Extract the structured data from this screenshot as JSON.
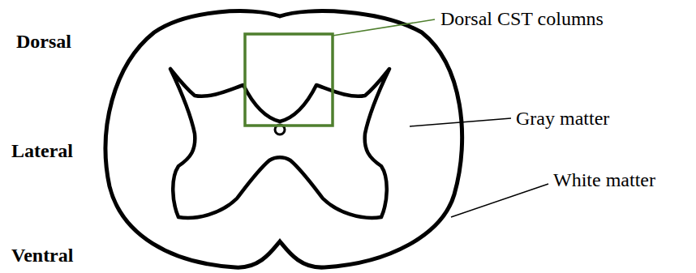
{
  "diagram": {
    "labels": [
      "Dorsal CST columns",
      "Dorsal",
      "Gray matter",
      "Lateral",
      "White matter",
      "Ventral"
    ]
  }
}
